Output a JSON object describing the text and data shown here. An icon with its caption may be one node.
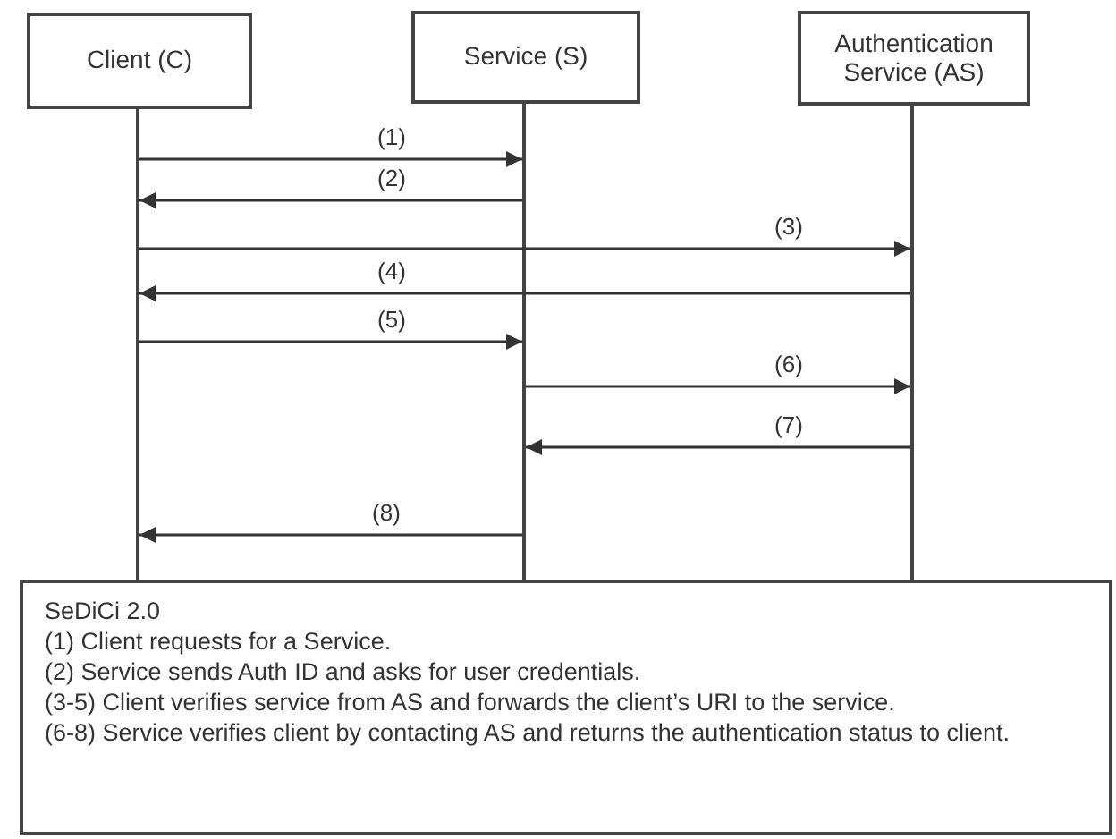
{
  "diagram": {
    "nodes": [
      {
        "text": [
          "Client (C)"
        ]
      },
      {
        "text": [
          "Service (S)"
        ]
      },
      {
        "text": [
          "Authentication Service (AS)"
        ]
      },
      {
        "text": [],
        "shape": "bar"
      },
      {
        "text": [],
        "shape": "bar"
      },
      {
        "text": [],
        "shape": "bar"
      },
      {
        "text": [
          "SeDiCi 2.0",
          "(1) Client requests for a Service.",
          "(2) Service sends Auth ID and asks for user credentials.",
          "(3-5) Client verifies service from AS and forwards the client’s URI to the service.",
          "(6-8) Service verifies client by contacting AS and returns the authentication status to client."
        ]
      }
    ],
    "edges": [
      {
        "from": 3,
        "to": 4,
        "arrow": "to",
        "label": "(1)"
      },
      {
        "from": 4,
        "to": 3,
        "arrow": "to",
        "label": "(2)"
      },
      {
        "from": 3,
        "to": 5,
        "arrow": "to",
        "label": "(3)"
      },
      {
        "from": 5,
        "to": 3,
        "arrow": "to",
        "label": "(4)"
      },
      {
        "from": 3,
        "to": 4,
        "arrow": "to",
        "label": "(5)"
      },
      {
        "from": 4,
        "to": 5,
        "arrow": "to",
        "label": "(6)"
      },
      {
        "from": 5,
        "to": 4,
        "arrow": "to",
        "label": "(7)"
      },
      {
        "from": 4,
        "to": 3,
        "arrow": "to",
        "label": "(8)"
      }
    ]
  }
}
